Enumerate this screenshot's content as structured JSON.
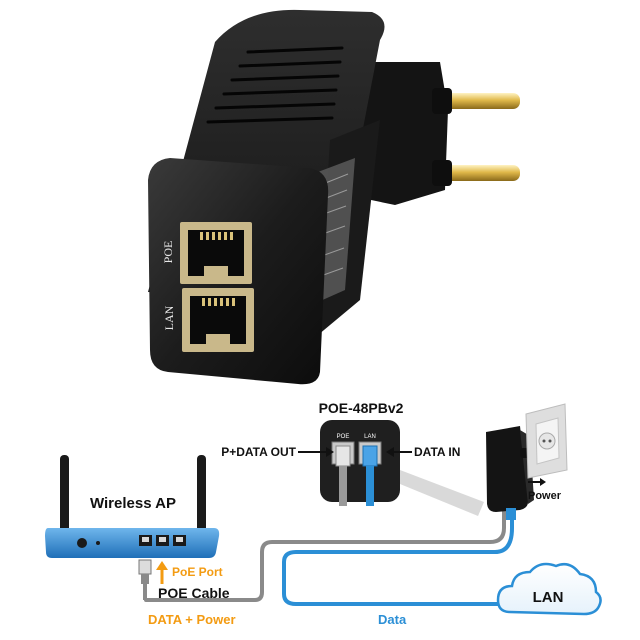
{
  "adapter": {
    "port_top_label": "POE",
    "port_bottom_label": "LAN"
  },
  "diagram": {
    "model": "POE-48PBv2",
    "port_poe": "POE",
    "port_lan": "LAN",
    "out_label": "P+DATA OUT",
    "in_label": "DATA IN",
    "ap_label": "Wireless AP",
    "poe_port_label": "PoE Port",
    "poe_cable_label": "POE Cable",
    "data_power_label": "DATA + Power",
    "data_label": "Data",
    "lan_cloud_label": "LAN",
    "power_label": "Power"
  },
  "colors": {
    "blue": "#2b8fd6",
    "orange": "#f39b12",
    "gray_cable": "#8a8a8a",
    "black": "#111111"
  }
}
